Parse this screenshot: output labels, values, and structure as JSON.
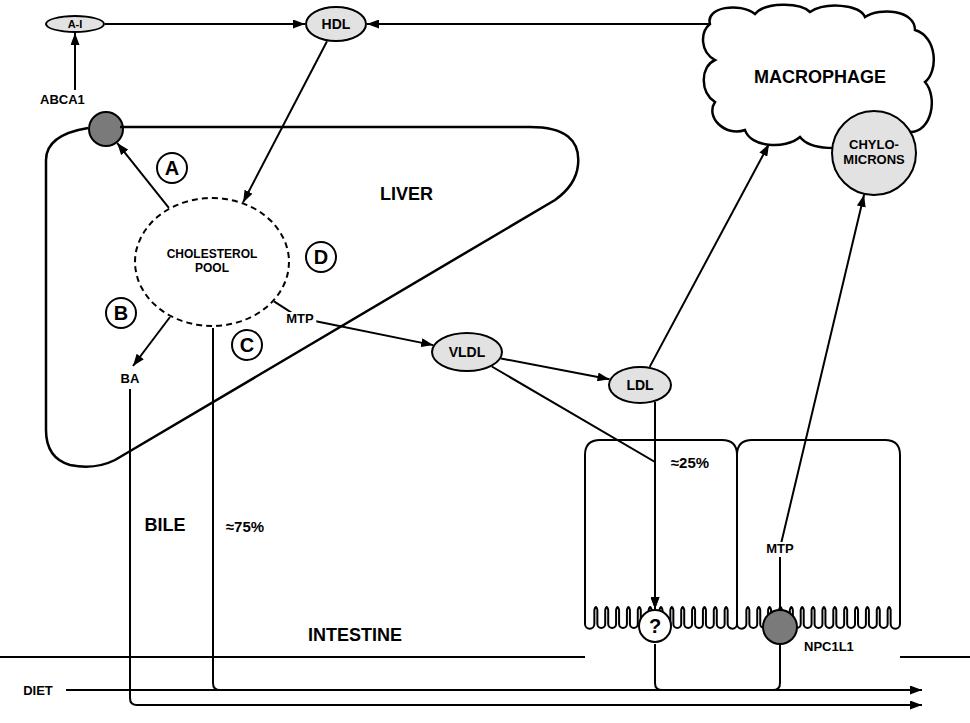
{
  "diagram": {
    "nodes": [
      {
        "text": [
          "A-I"
        ]
      },
      {
        "text": [
          "HDL"
        ]
      },
      {
        "text": [
          "MACROPHAGE"
        ]
      },
      {
        "text": [
          "ABCA1"
        ]
      },
      {
        "text": [
          "LIVER"
        ]
      },
      {
        "text": [
          "CHOLESTEROL POOL"
        ],
        "in": 4
      },
      {
        "text": [
          "VLDL"
        ]
      },
      {
        "text": [
          "LDL"
        ]
      },
      {
        "text": [
          "CHYLO- MICRONS"
        ]
      },
      {
        "text": [
          "?"
        ]
      },
      {
        "text": [
          "NPC1L1"
        ]
      }
    ],
    "edges": [
      {
        "from": 0,
        "to": 1,
        "arrow": "to"
      },
      {
        "from": 2,
        "to": 1,
        "arrow": "to"
      },
      {
        "from": 3,
        "to": 0,
        "arrow": "to"
      },
      {
        "from": 1,
        "to": 5,
        "arrow": "to"
      },
      {
        "from": 5,
        "to": 3,
        "arrow": "to"
      },
      {
        "from": 5,
        "to": 6,
        "label": "MTP",
        "arrow": "to"
      },
      {
        "from": 6,
        "to": 7,
        "arrow": "to"
      },
      {
        "from": 7,
        "to": 2,
        "arrow": "to"
      },
      {
        "from": 6,
        "to": 9,
        "arrow": "to"
      },
      {
        "from": 7,
        "to": 9,
        "arrow": "to"
      },
      {
        "from": 10,
        "to": 8,
        "label": "MTP",
        "arrow": "to"
      }
    ],
    "labels": [
      "A",
      "B",
      "C",
      "D",
      "BA",
      "BILE",
      "≈75%",
      "≈25%",
      "INTESTINE",
      "DIET"
    ]
  }
}
